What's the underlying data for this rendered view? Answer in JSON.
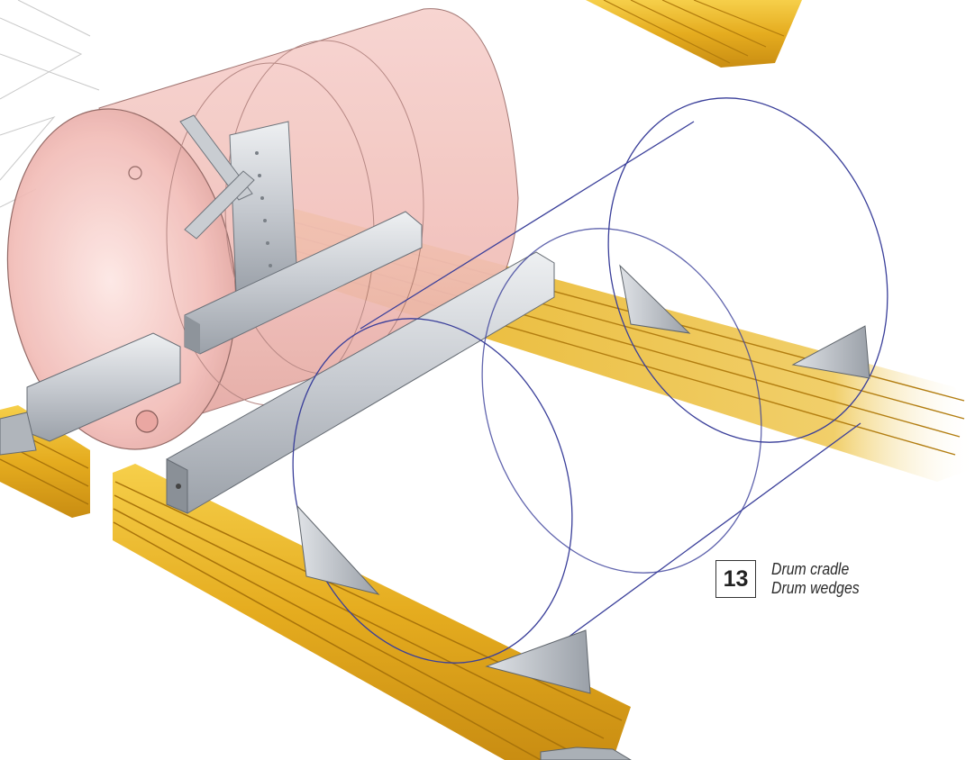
{
  "figure": {
    "number": "13",
    "captions": [
      "Drum cradle",
      "Drum wedges"
    ]
  },
  "parts": [
    {
      "name": "drum",
      "color": "#f4c6c2"
    },
    {
      "name": "beam",
      "color": "#e8b52a"
    },
    {
      "name": "rail",
      "color": "#c9ccd1"
    },
    {
      "name": "wedge",
      "color": "#b7bcc3"
    },
    {
      "name": "outline",
      "color": "#3a3f9a"
    }
  ]
}
